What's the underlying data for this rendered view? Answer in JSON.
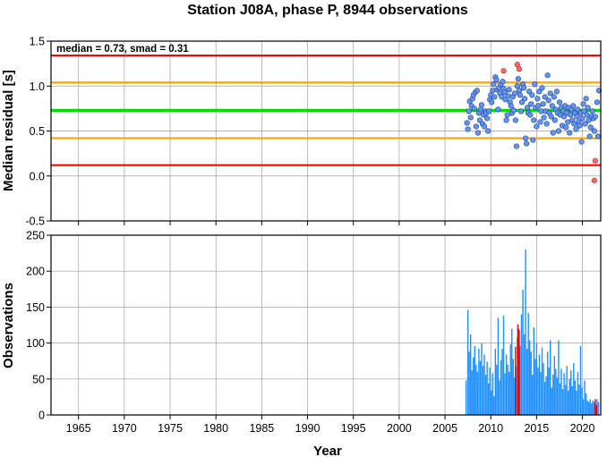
{
  "chart_data": {
    "title": "Station J08A, phase P, 8944 observations",
    "xlabel": "Year",
    "xlim": [
      1962,
      2022
    ],
    "x_ticks": [
      1965,
      1970,
      1975,
      1980,
      1985,
      1990,
      1995,
      2000,
      2005,
      2010,
      2015,
      2020
    ],
    "grid": true,
    "colors": {
      "outer_limit": "#ff0000",
      "inner_limit": "#ffa500",
      "median_line": "#00dd00",
      "point_fill": "#6495ed",
      "outlier_fill": "#ff6a6a",
      "bar_normal": "#1e90ff",
      "bar_outlier": "#dd0000"
    },
    "residual_panel": {
      "type": "scatter",
      "ylabel": "Median residual [s]",
      "ylim": [
        -0.5,
        1.5
      ],
      "y_ticks": [
        -0.5,
        0.0,
        0.5,
        1.0,
        1.5
      ],
      "annotation": "median = 0.73, smad = 0.31",
      "median": 0.73,
      "lines": [
        {
          "y": 1.34,
          "role": "outer_limit"
        },
        {
          "y": 1.04,
          "role": "inner_limit"
        },
        {
          "y": 0.73,
          "role": "median_line"
        },
        {
          "y": 0.42,
          "role": "inner_limit"
        },
        {
          "y": 0.12,
          "role": "outer_limit"
        }
      ],
      "points": [
        [
          2007.4,
          0.59
        ],
        [
          2007.5,
          0.52
        ],
        [
          2007.6,
          0.72
        ],
        [
          2007.7,
          0.83
        ],
        [
          2007.8,
          0.65
        ],
        [
          2007.9,
          0.78
        ],
        [
          2008.0,
          0.86
        ],
        [
          2008.1,
          0.9
        ],
        [
          2008.2,
          0.75
        ],
        [
          2008.3,
          0.93
        ],
        [
          2008.4,
          0.55
        ],
        [
          2008.5,
          0.95
        ],
        [
          2008.6,
          0.48
        ],
        [
          2008.7,
          0.7
        ],
        [
          2008.8,
          0.62
        ],
        [
          2008.9,
          0.74
        ],
        [
          2009.0,
          0.79
        ],
        [
          2009.1,
          0.58
        ],
        [
          2009.2,
          0.68
        ],
        [
          2009.3,
          0.55
        ],
        [
          2009.4,
          0.72
        ],
        [
          2009.5,
          0.7
        ],
        [
          2009.6,
          0.64
        ],
        [
          2009.7,
          0.5
        ],
        [
          2009.8,
          0.72
        ],
        [
          2009.9,
          0.85
        ],
        [
          2010.0,
          0.9
        ],
        [
          2010.1,
          0.82
        ],
        [
          2010.2,
          0.95
        ],
        [
          2010.3,
          1.02
        ],
        [
          2010.4,
          0.88
        ],
        [
          2010.5,
          1.1
        ],
        [
          2010.6,
          1.07
        ],
        [
          2010.7,
          0.96
        ],
        [
          2010.8,
          0.74
        ],
        [
          2010.9,
          0.98
        ],
        [
          2011.0,
          0.92
        ],
        [
          2011.1,
          1.02
        ],
        [
          2011.2,
          0.88
        ],
        [
          2011.3,
          1.05
        ],
        [
          2011.4,
          0.97
        ],
        [
          2011.5,
          0.93
        ],
        [
          2011.6,
          0.85
        ],
        [
          2011.7,
          0.62
        ],
        [
          2011.8,
          0.68
        ],
        [
          2011.9,
          0.89
        ],
        [
          2012.0,
          0.96
        ],
        [
          2012.1,
          0.82
        ],
        [
          2012.2,
          0.78
        ],
        [
          2012.3,
          0.7
        ],
        [
          2012.4,
          0.88
        ],
        [
          2012.5,
          0.73
        ],
        [
          2012.6,
          0.92
        ],
        [
          2012.7,
          0.62
        ],
        [
          2012.8,
          0.33
        ],
        [
          2012.9,
          1.0
        ],
        [
          2013.0,
          1.08
        ],
        [
          2013.1,
          0.95
        ],
        [
          2013.2,
          0.9
        ],
        [
          2013.3,
          0.72
        ],
        [
          2013.4,
          0.82
        ],
        [
          2013.5,
          1.02
        ],
        [
          2013.6,
          0.98
        ],
        [
          2013.7,
          0.86
        ],
        [
          2013.8,
          0.42
        ],
        [
          2013.9,
          0.36
        ],
        [
          2014.0,
          0.76
        ],
        [
          2014.1,
          0.7
        ],
        [
          2014.2,
          0.94
        ],
        [
          2014.3,
          0.68
        ],
        [
          2014.4,
          0.8
        ],
        [
          2014.5,
          0.9
        ],
        [
          2014.6,
          0.4
        ],
        [
          2014.7,
          0.62
        ],
        [
          2014.8,
          1.02
        ],
        [
          2014.9,
          0.76
        ],
        [
          2015.0,
          0.55
        ],
        [
          2015.1,
          0.86
        ],
        [
          2015.2,
          0.78
        ],
        [
          2015.3,
          0.94
        ],
        [
          2015.4,
          0.6
        ],
        [
          2015.5,
          0.72
        ],
        [
          2015.6,
          0.98
        ],
        [
          2015.7,
          0.8
        ],
        [
          2015.8,
          0.65
        ],
        [
          2015.9,
          0.88
        ],
        [
          2016.0,
          0.72
        ],
        [
          2016.1,
          0.58
        ],
        [
          2016.2,
          1.12
        ],
        [
          2016.3,
          0.84
        ],
        [
          2016.4,
          0.7
        ],
        [
          2016.5,
          0.92
        ],
        [
          2016.6,
          0.66
        ],
        [
          2016.7,
          0.78
        ],
        [
          2016.8,
          0.48
        ],
        [
          2016.9,
          0.88
        ],
        [
          2017.0,
          0.62
        ],
        [
          2017.1,
          0.74
        ],
        [
          2017.2,
          0.94
        ],
        [
          2017.3,
          0.7
        ],
        [
          2017.4,
          0.5
        ],
        [
          2017.5,
          0.82
        ],
        [
          2017.6,
          0.68
        ],
        [
          2017.7,
          0.76
        ],
        [
          2017.8,
          0.56
        ],
        [
          2017.9,
          0.72
        ],
        [
          2018.0,
          0.66
        ],
        [
          2018.1,
          0.78
        ],
        [
          2018.2,
          0.54
        ],
        [
          2018.3,
          0.7
        ],
        [
          2018.4,
          0.6
        ],
        [
          2018.5,
          0.76
        ],
        [
          2018.6,
          0.48
        ],
        [
          2018.7,
          0.68
        ],
        [
          2018.8,
          0.74
        ],
        [
          2018.9,
          0.62
        ],
        [
          2019.0,
          0.78
        ],
        [
          2019.1,
          0.58
        ],
        [
          2019.2,
          0.7
        ],
        [
          2019.3,
          0.52
        ],
        [
          2019.4,
          0.66
        ],
        [
          2019.5,
          0.74
        ],
        [
          2019.6,
          0.6
        ],
        [
          2019.7,
          0.56
        ],
        [
          2019.8,
          0.7
        ],
        [
          2019.9,
          0.38
        ],
        [
          2020.0,
          0.64
        ],
        [
          2020.1,
          0.8
        ],
        [
          2020.2,
          0.72
        ],
        [
          2020.3,
          0.58
        ],
        [
          2020.4,
          0.86
        ],
        [
          2020.5,
          0.68
        ],
        [
          2020.6,
          0.76
        ],
        [
          2020.7,
          0.62
        ],
        [
          2020.8,
          0.44
        ],
        [
          2020.9,
          0.54
        ],
        [
          2021.0,
          0.66
        ],
        [
          2021.1,
          0.72
        ],
        [
          2021.2,
          0.64
        ],
        [
          2021.3,
          0.5
        ],
        [
          2021.4,
          0.66
        ],
        [
          2021.6,
          0.82
        ],
        [
          2021.7,
          0.44
        ],
        [
          2021.8,
          0.95
        ]
      ],
      "outliers": [
        [
          2011.4,
          1.17
        ],
        [
          2012.9,
          1.24
        ],
        [
          2013.1,
          1.19
        ],
        [
          2021.4,
          0.17
        ],
        [
          2021.3,
          -0.05
        ]
      ]
    },
    "observation_panel": {
      "type": "bar",
      "ylabel": "Observations",
      "ylim": [
        0,
        250
      ],
      "y_ticks": [
        0,
        50,
        100,
        150,
        200,
        250
      ],
      "bars": [
        [
          2007.3,
          48
        ],
        [
          2007.5,
          146
        ],
        [
          2007.65,
          88
        ],
        [
          2007.8,
          112
        ],
        [
          2007.95,
          62
        ],
        [
          2008.1,
          80
        ],
        [
          2008.25,
          96
        ],
        [
          2008.4,
          70
        ],
        [
          2008.55,
          60
        ],
        [
          2008.7,
          92
        ],
        [
          2008.85,
          75
        ],
        [
          2009.0,
          100
        ],
        [
          2009.15,
          68
        ],
        [
          2009.3,
          84
        ],
        [
          2009.45,
          56
        ],
        [
          2009.6,
          74
        ],
        [
          2009.75,
          44
        ],
        [
          2009.9,
          66
        ],
        [
          2010.05,
          34
        ],
        [
          2010.2,
          58
        ],
        [
          2010.35,
          26
        ],
        [
          2010.5,
          92
        ],
        [
          2010.65,
          70
        ],
        [
          2010.8,
          135
        ],
        [
          2010.95,
          48
        ],
        [
          2011.1,
          76
        ],
        [
          2011.25,
          92
        ],
        [
          2011.4,
          138
        ],
        [
          2011.55,
          58
        ],
        [
          2011.7,
          84
        ],
        [
          2011.85,
          70
        ],
        [
          2012.0,
          60
        ],
        [
          2012.15,
          98
        ],
        [
          2012.3,
          120
        ],
        [
          2012.45,
          78
        ],
        [
          2012.6,
          52
        ],
        [
          2012.75,
          68
        ],
        [
          2012.9,
          108
        ],
        [
          2013.05,
          120
        ],
        [
          2013.2,
          96
        ],
        [
          2013.35,
          140
        ],
        [
          2013.5,
          174
        ],
        [
          2013.65,
          112
        ],
        [
          2013.8,
          230
        ],
        [
          2013.95,
          92
        ],
        [
          2014.1,
          142
        ],
        [
          2014.25,
          104
        ],
        [
          2014.4,
          88
        ],
        [
          2014.55,
          56
        ],
        [
          2014.7,
          122
        ],
        [
          2014.85,
          78
        ],
        [
          2015.0,
          100
        ],
        [
          2015.15,
          66
        ],
        [
          2015.3,
          84
        ],
        [
          2015.45,
          60
        ],
        [
          2015.6,
          94
        ],
        [
          2015.75,
          72
        ],
        [
          2015.9,
          46
        ],
        [
          2016.05,
          54
        ],
        [
          2016.2,
          88
        ],
        [
          2016.35,
          66
        ],
        [
          2016.5,
          104
        ],
        [
          2016.65,
          38
        ],
        [
          2016.8,
          56
        ],
        [
          2016.95,
          82
        ],
        [
          2017.1,
          64
        ],
        [
          2017.25,
          52
        ],
        [
          2017.4,
          104
        ],
        [
          2017.55,
          44
        ],
        [
          2017.7,
          64
        ],
        [
          2017.85,
          36
        ],
        [
          2018.0,
          58
        ],
        [
          2018.15,
          42
        ],
        [
          2018.3,
          68
        ],
        [
          2018.45,
          34
        ],
        [
          2018.6,
          50
        ],
        [
          2018.75,
          62
        ],
        [
          2018.9,
          40
        ],
        [
          2019.05,
          72
        ],
        [
          2019.2,
          48
        ],
        [
          2019.35,
          34
        ],
        [
          2019.5,
          60
        ],
        [
          2019.65,
          42
        ],
        [
          2019.8,
          96
        ],
        [
          2019.95,
          38
        ],
        [
          2020.1,
          22
        ],
        [
          2020.25,
          48
        ],
        [
          2020.4,
          30
        ],
        [
          2020.55,
          20
        ],
        [
          2020.7,
          18
        ],
        [
          2020.85,
          22
        ],
        [
          2021.0,
          16
        ],
        [
          2021.15,
          20
        ],
        [
          2021.3,
          18
        ],
        [
          2021.45,
          12
        ],
        [
          2021.6,
          22
        ],
        [
          2021.75,
          18
        ]
      ],
      "outlier_bars": [
        [
          2012.7,
          95
        ],
        [
          2012.95,
          126
        ],
        [
          2013.1,
          118
        ],
        [
          2021.4,
          22
        ],
        [
          2021.55,
          14
        ]
      ]
    }
  }
}
